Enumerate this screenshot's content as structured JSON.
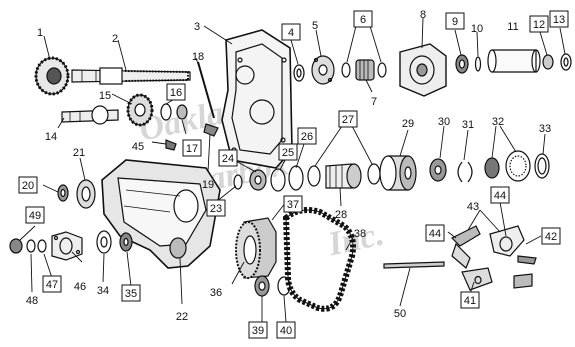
{
  "watermark": {
    "line1": "Oakland",
    "line2": "Gearbox",
    "line3": "Inc."
  },
  "colors": {
    "ink": "#111111",
    "shade": "#555555",
    "light": "#cfcfcf",
    "watermark": "#d6d6d6"
  },
  "callouts": [
    {
      "id": "c1",
      "num": "1",
      "boxed": false
    },
    {
      "id": "c2",
      "num": "2",
      "boxed": false
    },
    {
      "id": "c3",
      "num": "3",
      "boxed": false
    },
    {
      "id": "c4",
      "num": "4",
      "boxed": true
    },
    {
      "id": "c5",
      "num": "5",
      "boxed": false
    },
    {
      "id": "c6",
      "num": "6",
      "boxed": true
    },
    {
      "id": "c7",
      "num": "7",
      "boxed": false
    },
    {
      "id": "c8",
      "num": "8",
      "boxed": false
    },
    {
      "id": "c9",
      "num": "9",
      "boxed": true
    },
    {
      "id": "c10",
      "num": "10",
      "boxed": false
    },
    {
      "id": "c11",
      "num": "11",
      "boxed": false
    },
    {
      "id": "c12",
      "num": "12",
      "boxed": true
    },
    {
      "id": "c13",
      "num": "13",
      "boxed": true
    },
    {
      "id": "c14",
      "num": "14",
      "boxed": false
    },
    {
      "id": "c15",
      "num": "15",
      "boxed": false
    },
    {
      "id": "c16",
      "num": "16",
      "boxed": true
    },
    {
      "id": "c17",
      "num": "17",
      "boxed": true
    },
    {
      "id": "c18",
      "num": "18",
      "boxed": false
    },
    {
      "id": "c19",
      "num": "19",
      "boxed": false
    },
    {
      "id": "c20",
      "num": "20",
      "boxed": true
    },
    {
      "id": "c21",
      "num": "21",
      "boxed": false
    },
    {
      "id": "c22",
      "num": "22",
      "boxed": false
    },
    {
      "id": "c23",
      "num": "23",
      "boxed": true
    },
    {
      "id": "c24",
      "num": "24",
      "boxed": true
    },
    {
      "id": "c25",
      "num": "25",
      "boxed": true
    },
    {
      "id": "c26",
      "num": "26",
      "boxed": true
    },
    {
      "id": "c27",
      "num": "27",
      "boxed": true
    },
    {
      "id": "c28",
      "num": "28",
      "boxed": false
    },
    {
      "id": "c29",
      "num": "29",
      "boxed": false
    },
    {
      "id": "c30",
      "num": "30",
      "boxed": false
    },
    {
      "id": "c31",
      "num": "31",
      "boxed": false
    },
    {
      "id": "c32",
      "num": "32",
      "boxed": false
    },
    {
      "id": "c33",
      "num": "33",
      "boxed": false
    },
    {
      "id": "c34",
      "num": "34",
      "boxed": false
    },
    {
      "id": "c35",
      "num": "35",
      "boxed": true
    },
    {
      "id": "c36",
      "num": "36",
      "boxed": false
    },
    {
      "id": "c37",
      "num": "37",
      "boxed": true
    },
    {
      "id": "c38",
      "num": "38",
      "boxed": false
    },
    {
      "id": "c39",
      "num": "39",
      "boxed": true
    },
    {
      "id": "c40",
      "num": "40",
      "boxed": true
    },
    {
      "id": "c41",
      "num": "41",
      "boxed": true
    },
    {
      "id": "c42",
      "num": "42",
      "boxed": true
    },
    {
      "id": "c43",
      "num": "43",
      "boxed": false
    },
    {
      "id": "c44a",
      "num": "44",
      "boxed": true
    },
    {
      "id": "c44b",
      "num": "44",
      "boxed": true
    },
    {
      "id": "c45",
      "num": "45",
      "boxed": false
    },
    {
      "id": "c46",
      "num": "46",
      "boxed": false
    },
    {
      "id": "c47",
      "num": "47",
      "boxed": true
    },
    {
      "id": "c48",
      "num": "48",
      "boxed": false
    },
    {
      "id": "c49",
      "num": "49",
      "boxed": true
    },
    {
      "id": "c50",
      "num": "50",
      "boxed": false
    }
  ]
}
